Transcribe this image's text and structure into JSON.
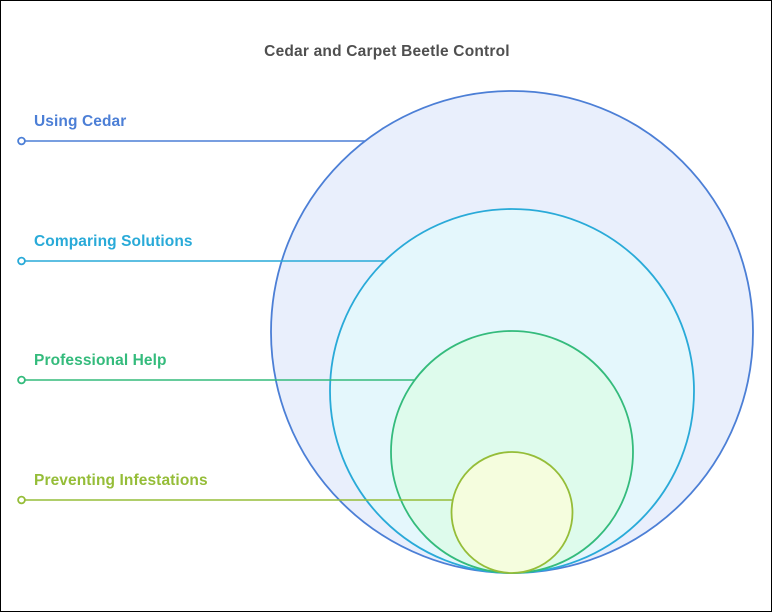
{
  "page": {
    "title": "Cedar and Carpet Beetle Control",
    "title_color": "#4f4f4f",
    "background_color": "#ffffff",
    "frame_color": "#000000"
  },
  "diagram": {
    "type": "onion-concentric-circles",
    "tangent_point": "bottom",
    "items": [
      {
        "label": "Using Cedar",
        "color": "#4c7fd6",
        "fill": "#e9effc"
      },
      {
        "label": "Comparing Solutions",
        "color": "#29aad8",
        "fill": "#e4f7fc"
      },
      {
        "label": "Professional Help",
        "color": "#34bb7c",
        "fill": "#defbec"
      },
      {
        "label": "Preventing Infestations",
        "color": "#95bd38",
        "fill": "#f5fdde"
      }
    ]
  }
}
